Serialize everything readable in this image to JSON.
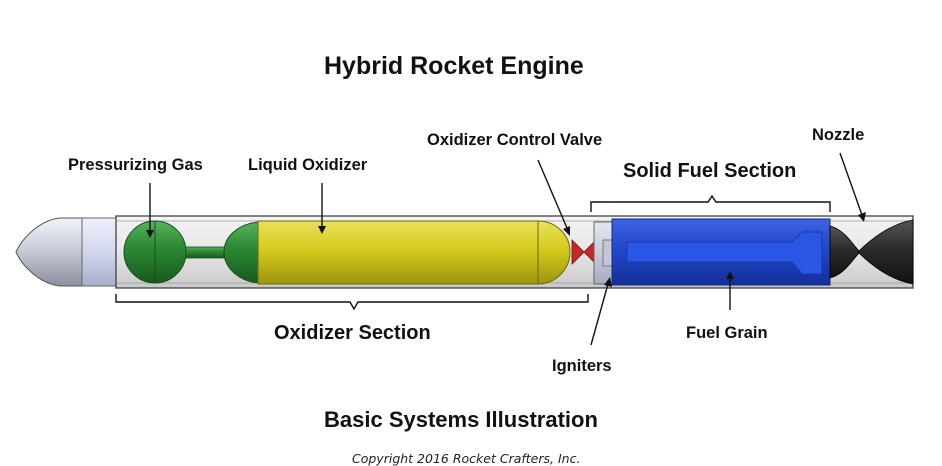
{
  "title": "Hybrid Rocket Engine",
  "labels": {
    "pressurizing_gas": "Pressurizing  Gas",
    "liquid_oxidizer": "Liquid Oxidizer",
    "oxidizer_control_valve": "Oxidizer Control  Valve",
    "nozzle": "Nozzle",
    "igniters": "Igniters",
    "fuel_grain": "Fuel Grain"
  },
  "sections": {
    "solid_fuel": "Solid Fuel Section",
    "oxidizer": "Oxidizer Section"
  },
  "subtitle": "Basic Systems Illustration",
  "copyright": "Copyright 2016 Rocket Crafters, Inc.",
  "colors": {
    "pressurant_tank": "#2e7d32",
    "oxidizer_tank": "#d6cc22",
    "fuel_grain": "#1e45c8",
    "valve": "#c62828",
    "nozzle": "#2a2a2a",
    "body": "#e8e8e8"
  }
}
